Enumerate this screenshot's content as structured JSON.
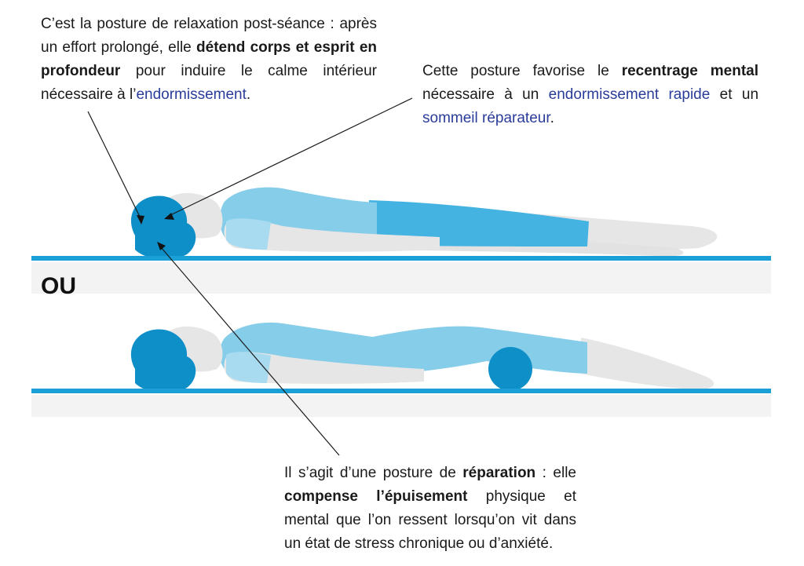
{
  "annotations": {
    "top_left": {
      "p1": "C’est la posture de relaxation post-séance : après un effort prolongé, elle ",
      "b1": "détend corps et esprit en profondeur",
      "p2": " pour induire le calme intérieur nécessaire à l’",
      "link1": "endormissement",
      "p3": "."
    },
    "top_right": {
      "p1": "Cette posture favorise le ",
      "b1": "recentrage mental",
      "p2": " nécessaire à un ",
      "link1": "endormissement rapide",
      "p3": " et un ",
      "link2": "sommeil réparateur",
      "p4": "."
    },
    "bottom": {
      "p1": "Il s’agit d’une posture de ",
      "b1": "réparation",
      "p2": " : elle ",
      "b2": "compense l’épuisement",
      "p3": " physique et mental que l’on ressent lorsqu’on vit dans un état de stress chronique ou d’anxiété."
    }
  },
  "separator_label": "OU",
  "colors": {
    "mat": "#1aa0d6",
    "dark_blue": "#0f8fc8",
    "mid_blue": "#45b3e2",
    "light_blue": "#86cdea",
    "skin": "#e6e6e6",
    "link": "#2a3c9a"
  },
  "icons": [
    "pillow-under-head",
    "bolster-under-knees"
  ]
}
